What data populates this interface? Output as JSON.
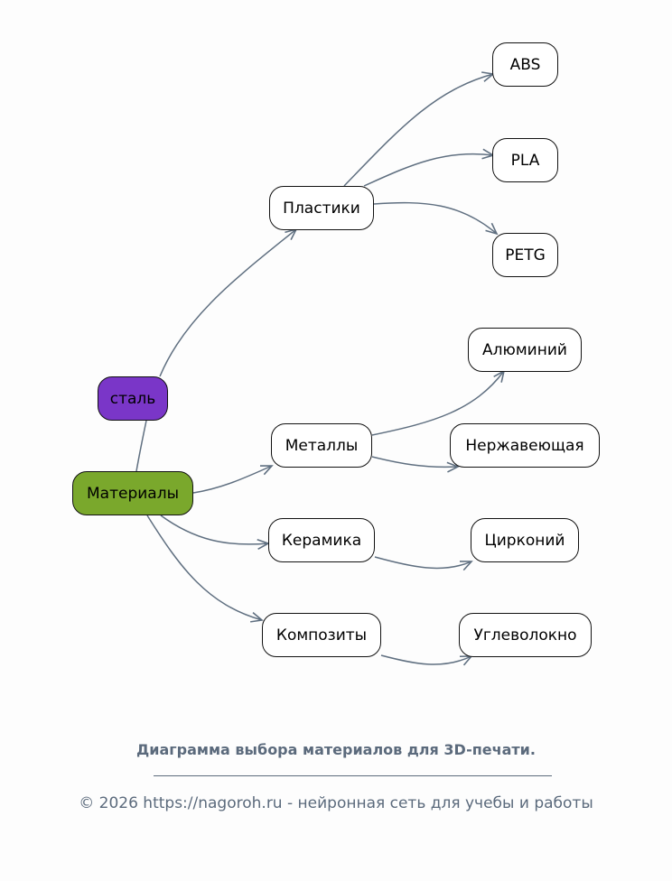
{
  "diagram": {
    "colors": {
      "root_fill": "#7aa82c",
      "steel_fill": "#7a36c8",
      "node_fill": "#ffffff",
      "edge": "#5f6f80",
      "caption": "#5b6a7c"
    },
    "nodes": [
      {
        "id": "steel",
        "label": "сталь"
      },
      {
        "id": "materials",
        "label": "Материалы"
      },
      {
        "id": "plastics",
        "label": "Пластики"
      },
      {
        "id": "metals",
        "label": "Металлы"
      },
      {
        "id": "ceramics",
        "label": "Керамика"
      },
      {
        "id": "composites",
        "label": "Композиты"
      },
      {
        "id": "abs",
        "label": "ABS"
      },
      {
        "id": "pla",
        "label": "PLA"
      },
      {
        "id": "petg",
        "label": "PETG"
      },
      {
        "id": "aluminium",
        "label": "Алюминий"
      },
      {
        "id": "stainless",
        "label": "Нержавеющая"
      },
      {
        "id": "zirconium",
        "label": "Цирконий"
      },
      {
        "id": "carbon",
        "label": "Углеволокно"
      }
    ],
    "edges": [
      {
        "from": "materials",
        "to": "steel",
        "directed": false
      },
      {
        "from": "steel",
        "to": "plastics",
        "directed": true
      },
      {
        "from": "materials",
        "to": "metals",
        "directed": true
      },
      {
        "from": "materials",
        "to": "ceramics",
        "directed": true
      },
      {
        "from": "materials",
        "to": "composites",
        "directed": true
      },
      {
        "from": "plastics",
        "to": "abs",
        "directed": true
      },
      {
        "from": "plastics",
        "to": "pla",
        "directed": true
      },
      {
        "from": "plastics",
        "to": "petg",
        "directed": true
      },
      {
        "from": "metals",
        "to": "aluminium",
        "directed": true
      },
      {
        "from": "metals",
        "to": "stainless",
        "directed": true
      },
      {
        "from": "ceramics",
        "to": "zirconium",
        "directed": true
      },
      {
        "from": "composites",
        "to": "carbon",
        "directed": true
      }
    ]
  },
  "caption": {
    "title": "Диаграмма выбора материалов для 3D-печати.",
    "footer": "© 2026 https://nagoroh.ru - нейронная сеть для учебы и работы"
  }
}
